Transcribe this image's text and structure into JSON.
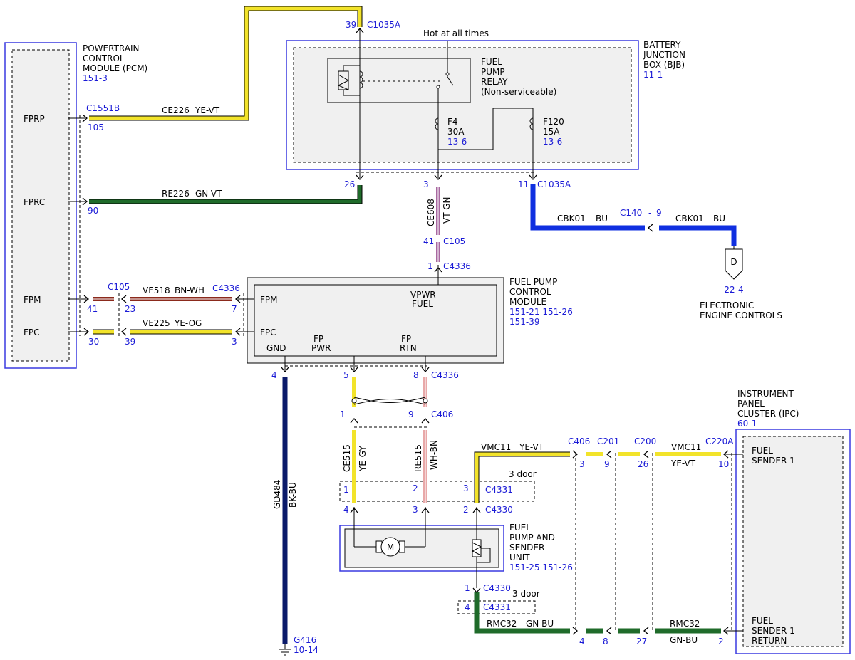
{
  "modules": {
    "pcm": {
      "title": [
        "POWERTRAIN",
        "CONTROL",
        "MODULE (PCM)"
      ],
      "ref": "151-3",
      "pins": {
        "fprp": "FPRP",
        "fprc": "FPRC",
        "fpm": "FPM",
        "fpc": "FPC"
      }
    },
    "bjb": {
      "title": [
        "BATTERY",
        "JUNCTION",
        "BOX (BJB)"
      ],
      "ref": "11-1",
      "hot_label": "Hot at all times",
      "relay": [
        "FUEL",
        "PUMP",
        "RELAY",
        "(Non-serviceable)"
      ],
      "f4": {
        "name": "F4",
        "rating": "30A",
        "ref": "13-6"
      },
      "f120": {
        "name": "F120",
        "rating": "15A",
        "ref": "13-6"
      }
    },
    "fpcm": {
      "title": [
        "FUEL PUMP",
        "CONTROL",
        "MODULE"
      ],
      "refs": [
        "151-21  151-26",
        "151-39"
      ],
      "pins": {
        "fpm": "FPM",
        "fpc": "FPC",
        "vpwr1": "VPWR",
        "vpwr2": "FUEL",
        "gnd": "GND",
        "fp1": "FP",
        "fp2": "PWR",
        "fr1": "FP",
        "fr2": "RTN"
      }
    },
    "pump": {
      "title": [
        "FUEL",
        "PUMP AND",
        "SENDER",
        "UNIT"
      ],
      "refs": "151-25  151-26",
      "motor": "M"
    },
    "ipc": {
      "title": [
        "INSTRUMENT",
        "PANEL",
        "CLUSTER (IPC)"
      ],
      "ref": "60-1",
      "sender1": [
        "FUEL",
        "SENDER 1"
      ],
      "sender1_ret": [
        "FUEL",
        "SENDER 1",
        "RETURN"
      ]
    },
    "eec": {
      "title": [
        "ELECTRONIC",
        "ENGINE CONTROLS"
      ],
      "ref": "22-4",
      "letter": "D"
    }
  },
  "wires": {
    "ce226": {
      "circuit": "CE226",
      "color": "YE-VT"
    },
    "re226": {
      "circuit": "RE226",
      "color": "GN-VT"
    },
    "ce608": {
      "circuit": "CE608",
      "color": "VT-GN"
    },
    "cbk01": {
      "circuit": "CBK01",
      "color": "BU"
    },
    "ve518": {
      "circuit": "VE518",
      "color": "BN-WH"
    },
    "ve225": {
      "circuit": "VE225",
      "color": "YE-OG"
    },
    "gd484": {
      "circuit": "GD484",
      "color": "BK-BU"
    },
    "ce515": {
      "circuit": "CE515",
      "color": "YE-GY"
    },
    "re515": {
      "circuit": "RE515",
      "color": "WH-BN"
    },
    "vmc11": {
      "circuit": "VMC11",
      "color": "YE-VT"
    },
    "rmc32": {
      "circuit": "RMC32",
      "color": "GN-BU"
    }
  },
  "connectors": {
    "c1035a": "C1035A",
    "c1551b": "C1551B",
    "c105": "C105",
    "c4336": "C4336",
    "c140": "C140",
    "c406": "C406",
    "c201": "C201",
    "c200": "C200",
    "c220a": "C220A",
    "c4331": "C4331",
    "c4330": "C4330",
    "c140_pin": "9",
    "three_door": "3 door"
  },
  "pins": {
    "p39top": "39",
    "p105": "105",
    "p90": "90",
    "p26": "26",
    "p3a": "3",
    "p11": "11",
    "p41": "41",
    "p1": "1",
    "p41b": "41",
    "p23": "23",
    "p7": "7",
    "p30": "30",
    "p39": "39",
    "p3b": "3",
    "p4": "4",
    "p5": "5",
    "p8": "8",
    "p1b": "1",
    "p9": "9",
    "p3c": "3",
    "p9b": "9",
    "p26b": "26",
    "p10": "10",
    "p1c": "1",
    "p2": "2",
    "p3d": "3",
    "p4b": "4",
    "p3e": "3",
    "p2b": "2",
    "p1d": "1",
    "p4c": "4",
    "p4d": "4",
    "p8b": "8",
    "p27": "27",
    "p2c": "2"
  },
  "ground": {
    "name": "G416",
    "ref": "10-14"
  },
  "colors": {
    "yellow": "#f2e32a",
    "brown": "#8b2a1c",
    "green": "#1f6b2a",
    "blue": "#0f2fe0",
    "navy": "#0a1a6a",
    "violet": "#a868a0",
    "pink": "#e8a8a8",
    "ref_blue": "#1a1ad6",
    "box_blue": "#3a3ae0"
  }
}
